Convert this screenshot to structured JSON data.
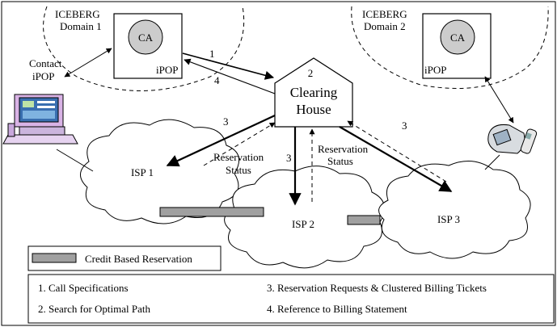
{
  "domain1": {
    "line1": "ICEBERG",
    "line2": "Domain 1",
    "ca": "CA",
    "ipop": "iPOP"
  },
  "domain2": {
    "line1": "ICEBERG",
    "line2": "Domain 2",
    "ca": "CA",
    "ipop": "iPOP"
  },
  "contact": {
    "line1": "Contact",
    "line2": "iPOP"
  },
  "clearing_house": {
    "number": "2",
    "line1": "Clearing",
    "line2": "House"
  },
  "isps": [
    "ISP 1",
    "ISP 2",
    "ISP 3"
  ],
  "arrow_labels": {
    "one": "1",
    "four": "4",
    "three_a": "3",
    "three_b": "3",
    "three_c": "3"
  },
  "status_left": {
    "line1": "Reservation",
    "line2": "Status"
  },
  "status_right": {
    "line1": "Reservation",
    "line2": "Status"
  },
  "legend": {
    "credit": "Credit Based Reservation"
  },
  "steps": [
    "1. Call Specifications",
    "2. Search for Optimal Path",
    "3. Reservation Requests & Clustered Billing Tickets",
    "4. Reference to Billing Statement"
  ],
  "colors": {
    "ca_fill": "#cccccc",
    "bar_fill": "#a0a0a0",
    "stroke": "#000000"
  }
}
